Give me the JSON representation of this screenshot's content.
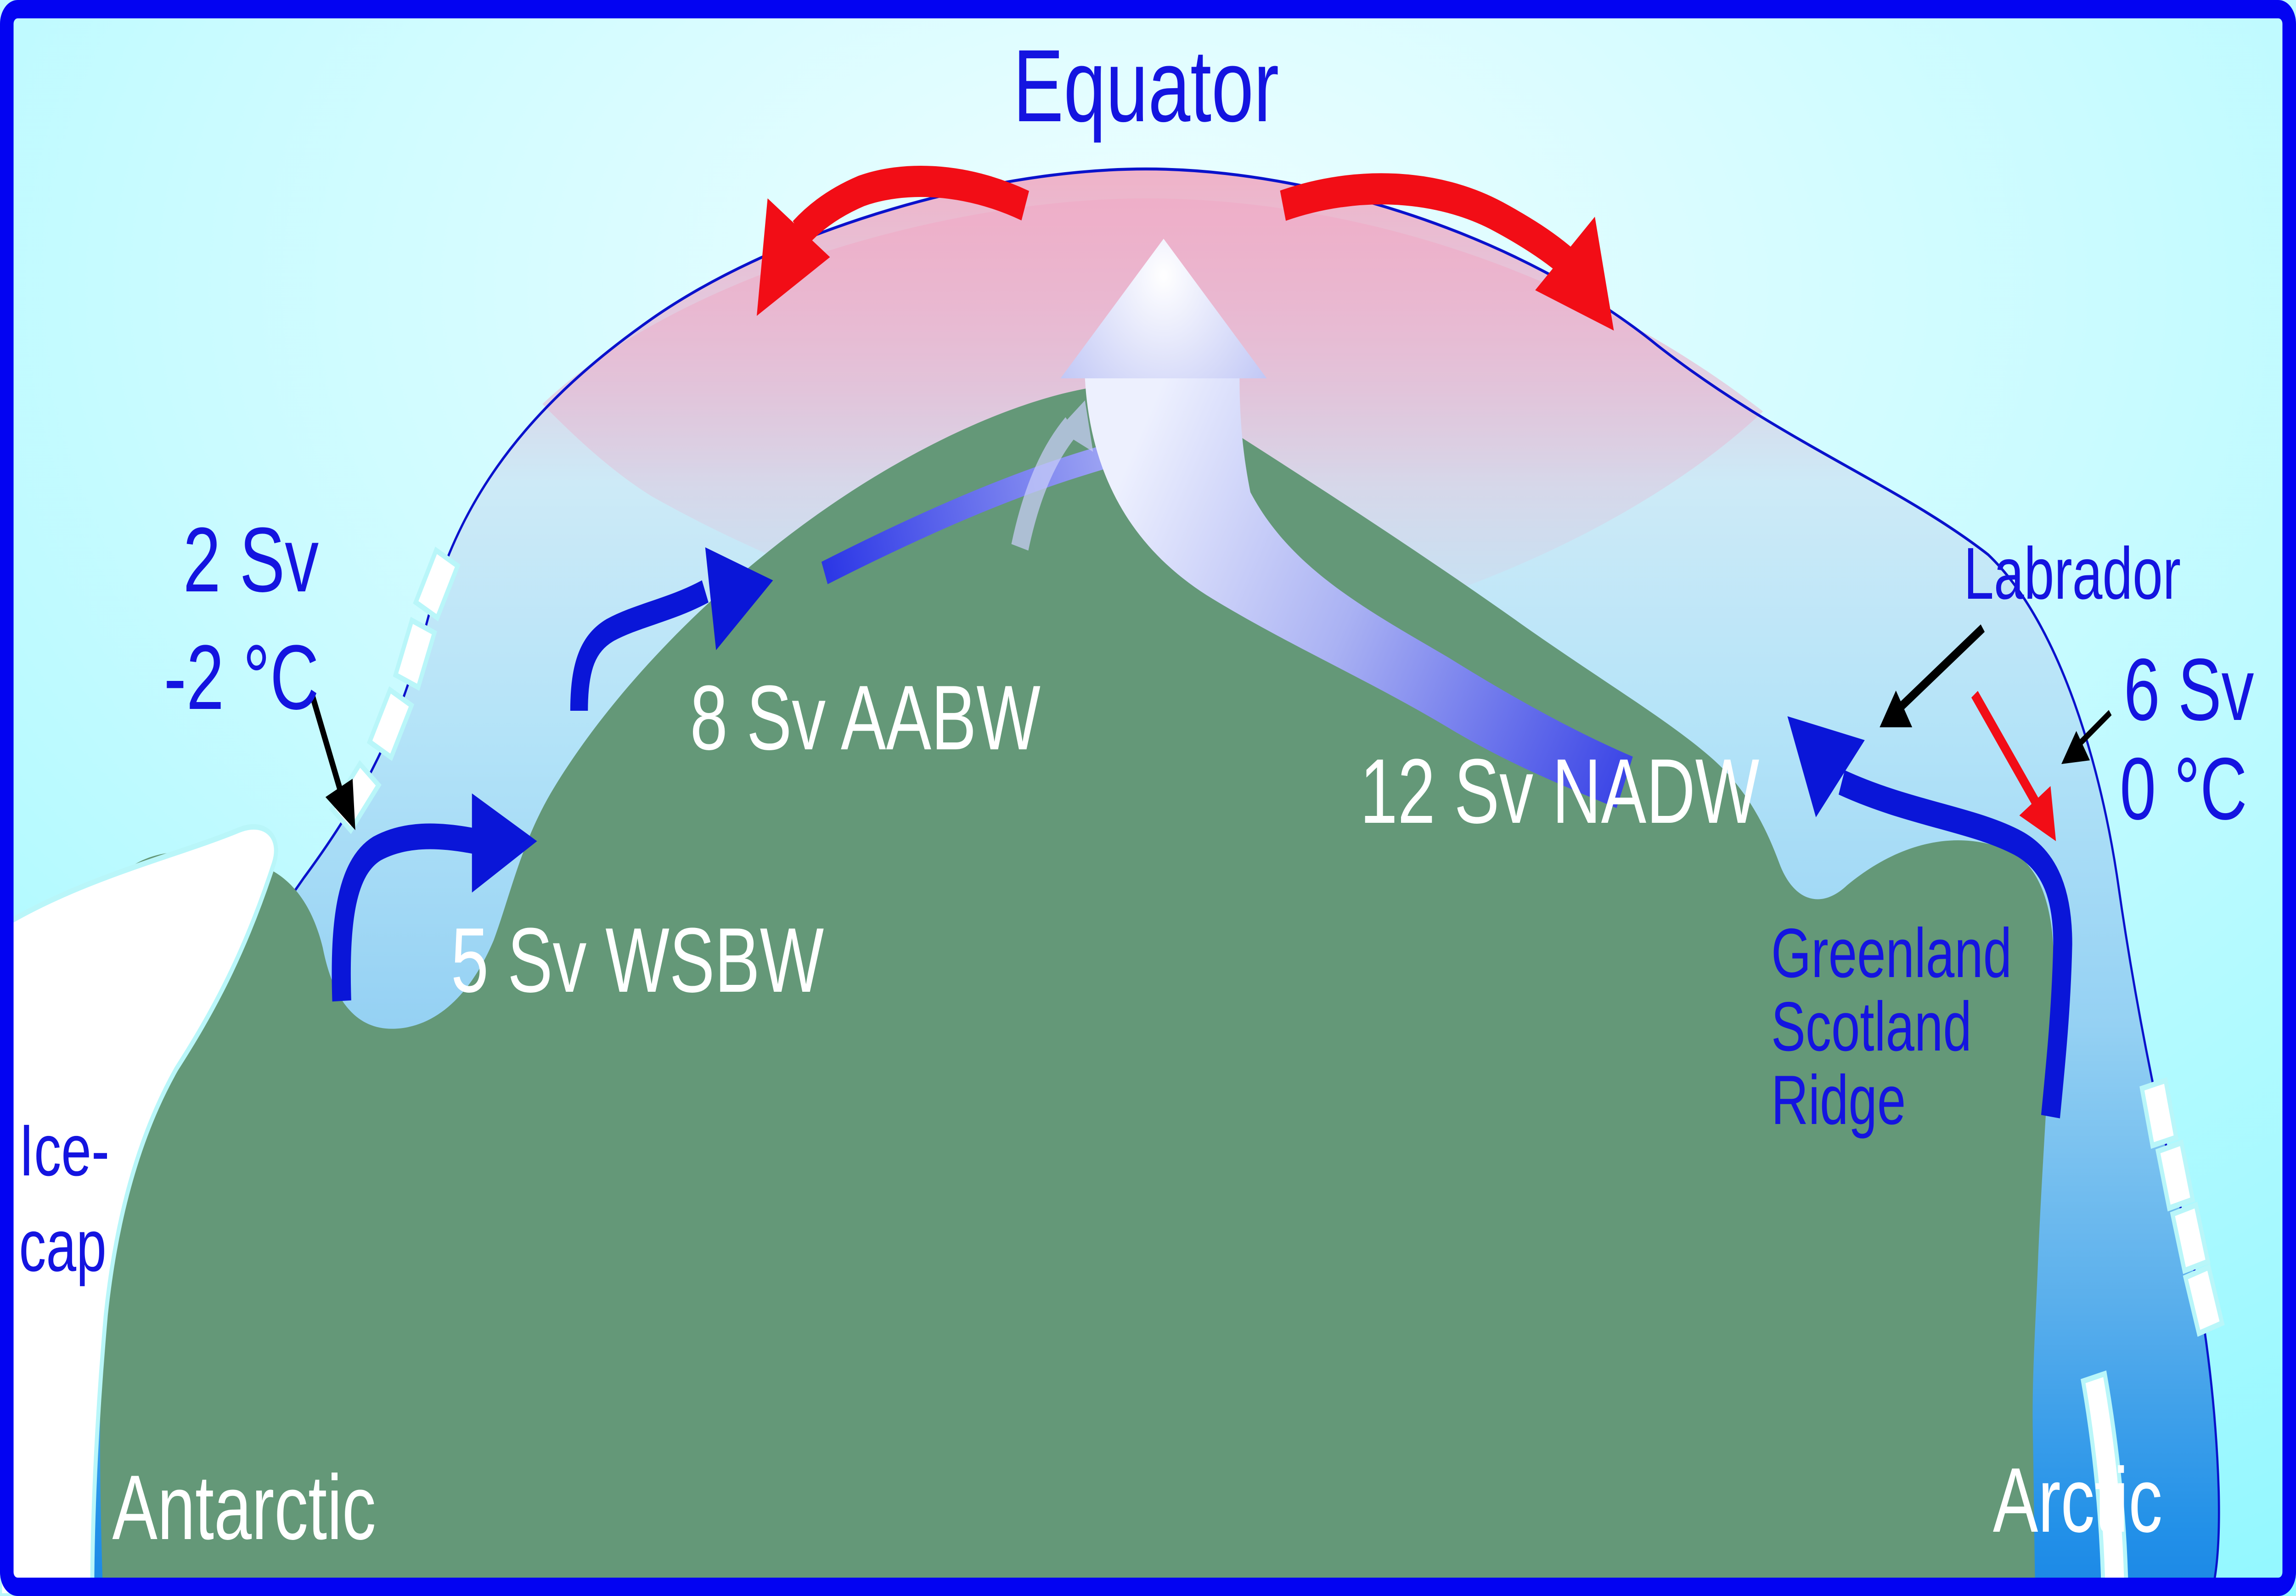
{
  "title": "Equator",
  "colors": {
    "frame_border": "#0303f2",
    "sky_background": "#9afaff",
    "sky_highlight": "#eefeff",
    "warm_surface_pink": "#efaec8",
    "deep_water_blue": "#1b87e6",
    "shallow_water_blue": "#a8ddf6",
    "landmass_green": "#649878",
    "current_blue": "#0a16d8",
    "current_fade_lavender": "#b6bcf6",
    "warm_current_red": "#f20d16",
    "label_blue": "#1414e0",
    "label_white": "#ffffff",
    "ice_white": "#ffffff",
    "pointer_black": "#000000"
  },
  "labels": {
    "equator": "Equator",
    "antarctic": "Antarctic",
    "arctic": "Arctic",
    "ice_cap_line1": "Ice-",
    "ice_cap_line2": "cap",
    "labrador": "Labrador",
    "ridge_line1": "Greenland",
    "ridge_line2": "Scotland",
    "ridge_line3": "Ridge"
  },
  "flows": {
    "antarctic_inflow_rate": "2 Sv",
    "antarctic_inflow_temp": "-2 °C",
    "aabw": "8 Sv AABW",
    "wsbw": "5 Sv WSBW",
    "nadw": "12 Sv NADW",
    "arctic_inflow_rate": "6 Sv",
    "arctic_inflow_temp": "0 °C"
  },
  "arrows": {
    "upwelling": "equatorial-upwelling-arrow",
    "surface_west": "warm-surface-current-toward-antarctic",
    "surface_east": "warm-surface-current-toward-arctic",
    "wsbw_arrow": "weddell-sea-bottom-water-arrow",
    "aabw_arrow": "antarctic-bottom-water-arrow",
    "nadw_arrow": "north-atlantic-deep-water-arrow",
    "arctic_sinking": "arctic-sinking-red-arrow",
    "labrador_pointer": "labrador-pointer",
    "arctic_inflow_pointer": "arctic-inflow-pointer",
    "antarctic_inflow_pointer": "antarctic-inflow-pointer"
  }
}
